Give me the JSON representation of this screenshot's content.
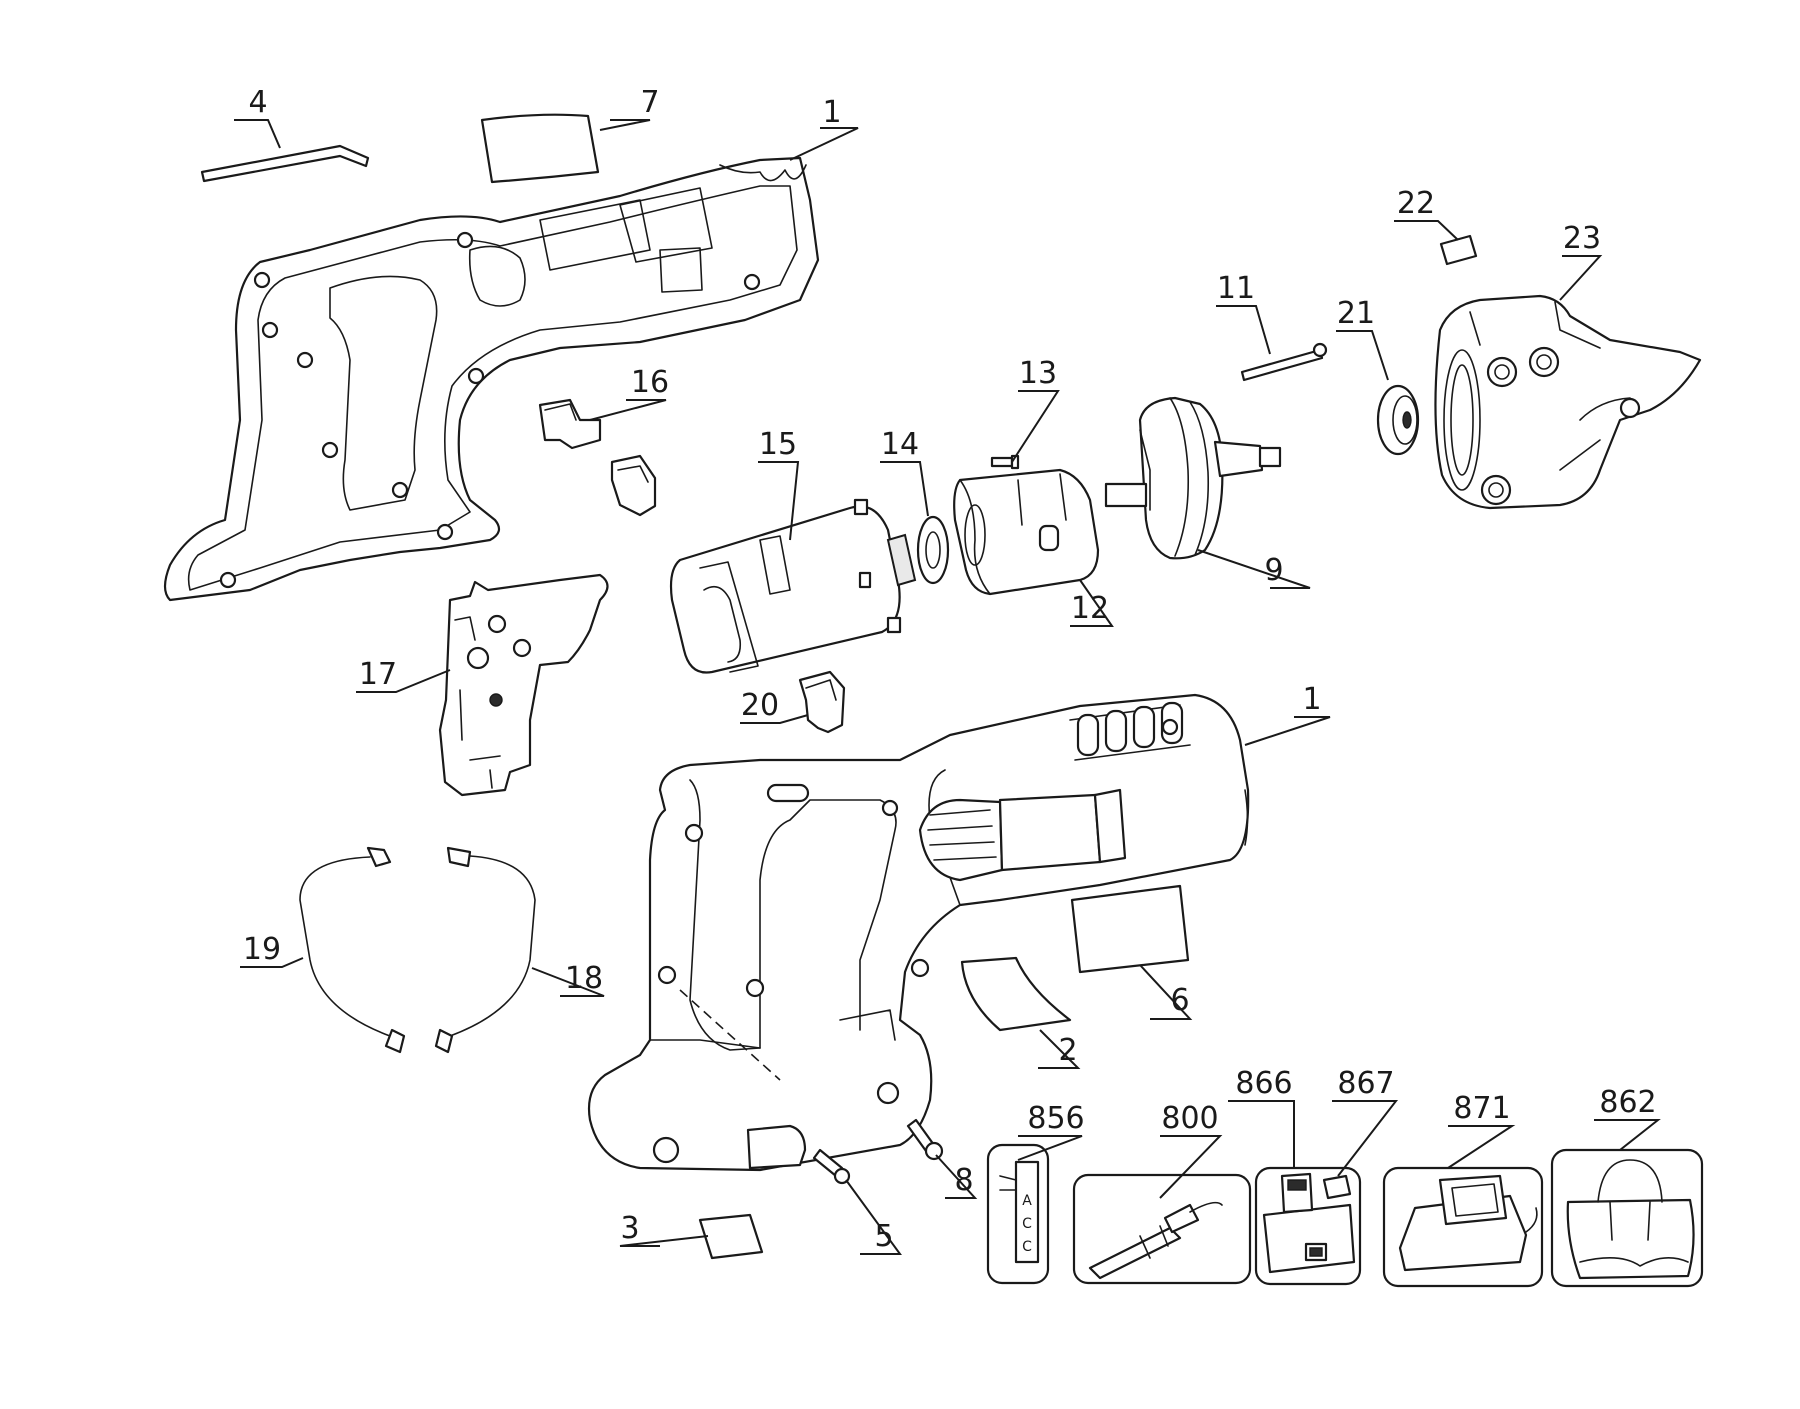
{
  "labels": {
    "l4": "4",
    "l7": "7",
    "l1a": "1",
    "l22": "22",
    "l23": "23",
    "l11": "11",
    "l21": "21",
    "l16": "16",
    "l13": "13",
    "l15": "15",
    "l14": "14",
    "l9": "9",
    "l12": "12",
    "l17": "17",
    "l20": "20",
    "l1b": "1",
    "l19": "19",
    "l18": "18",
    "l6": "6",
    "l2": "2",
    "l3": "3",
    "l5": "5",
    "l8": "8",
    "l856": "856",
    "l800": "800",
    "l866": "866",
    "l867": "867",
    "l871": "871",
    "l862": "862"
  },
  "acc_tag": {
    "a": "A",
    "c1": "C",
    "c2": "C"
  }
}
